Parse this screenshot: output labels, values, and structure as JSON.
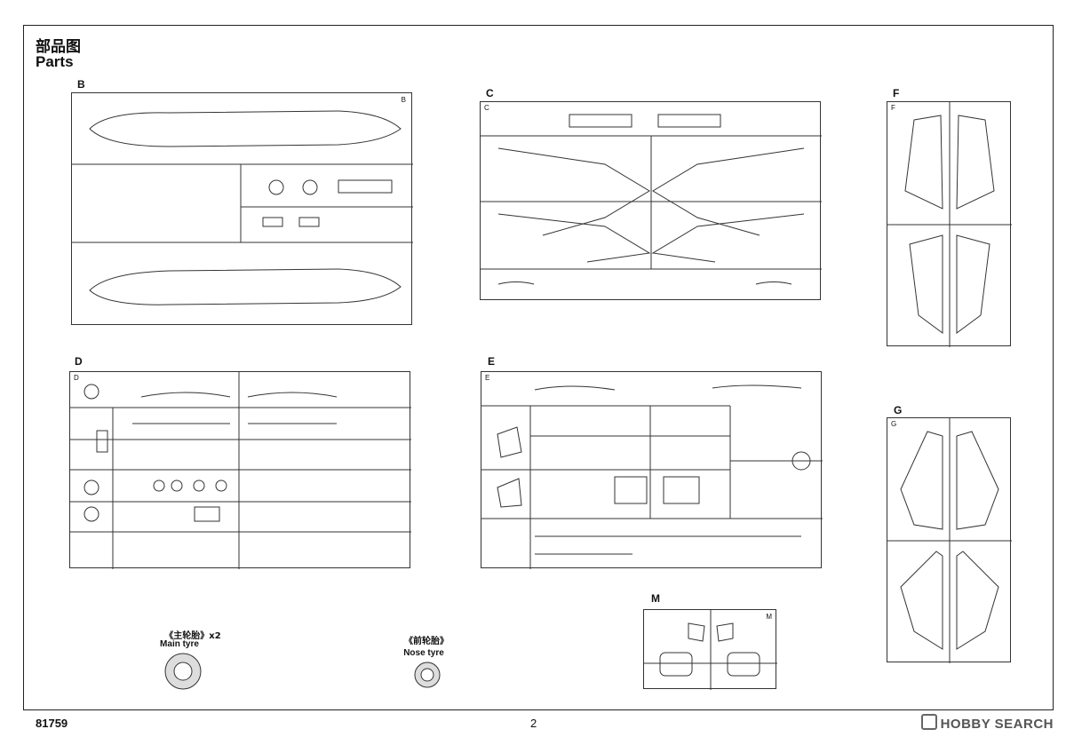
{
  "header": {
    "title_cn": "部品图",
    "title_en": "Parts"
  },
  "sprues": {
    "B": {
      "letter": "B",
      "tag": "B"
    },
    "C": {
      "letter": "C",
      "tag": "C"
    },
    "F": {
      "letter": "F",
      "tag": "F"
    },
    "D": {
      "letter": "D",
      "tag": "D"
    },
    "E": {
      "letter": "E",
      "tag": "E"
    },
    "G": {
      "letter": "G",
      "tag": "G"
    },
    "M": {
      "letter": "M",
      "tag": "M"
    }
  },
  "tyres": {
    "main": {
      "label_cn": "《主轮胎》x2",
      "label_en": "Main tyre"
    },
    "nose": {
      "label_cn": "《前轮胎》",
      "label_en": "Nose tyre"
    }
  },
  "footer": {
    "code": "81759",
    "page": "2"
  },
  "watermark": {
    "text": "HOBBY SEARCH"
  }
}
